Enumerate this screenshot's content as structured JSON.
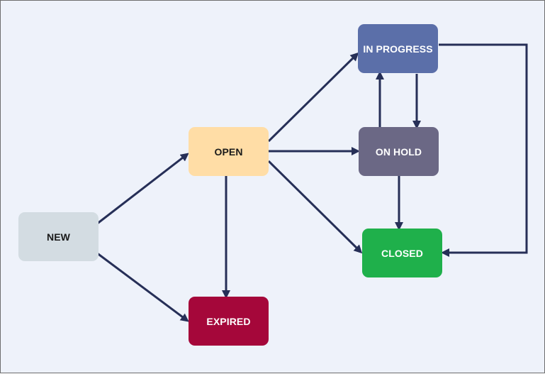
{
  "diagram": {
    "nodes": [
      {
        "id": "new",
        "label": "NEW",
        "fill": "#d3dce2",
        "text_color": "#1a1a1a"
      },
      {
        "id": "open",
        "label": "OPEN",
        "fill": "#ffdda6",
        "text_color": "#1a1a1a"
      },
      {
        "id": "expired",
        "label": "EXPIRED",
        "fill": "#a5073a",
        "text_color": "#ffffff"
      },
      {
        "id": "in_progress",
        "label": "IN PROGRESS",
        "fill": "#5b6fa9",
        "text_color": "#ffffff"
      },
      {
        "id": "on_hold",
        "label": "ON HOLD",
        "fill": "#6b6885",
        "text_color": "#ffffff"
      },
      {
        "id": "closed",
        "label": "CLOSED",
        "fill": "#1fb04b",
        "text_color": "#ffffff"
      }
    ],
    "edges": [
      {
        "from": "new",
        "to": "open"
      },
      {
        "from": "new",
        "to": "expired"
      },
      {
        "from": "open",
        "to": "in_progress"
      },
      {
        "from": "open",
        "to": "on_hold"
      },
      {
        "from": "open",
        "to": "closed"
      },
      {
        "from": "open",
        "to": "expired"
      },
      {
        "from": "in_progress",
        "to": "on_hold"
      },
      {
        "from": "on_hold",
        "to": "in_progress"
      },
      {
        "from": "on_hold",
        "to": "closed"
      },
      {
        "from": "in_progress",
        "to": "closed"
      }
    ],
    "edge_color": "#262f57",
    "background": "#eef2fa"
  }
}
